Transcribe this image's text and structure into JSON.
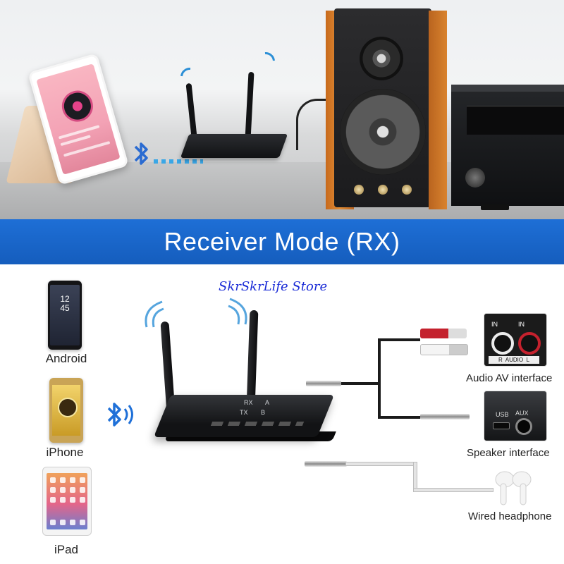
{
  "banner": {
    "title": "Receiver Mode (RX)"
  },
  "watermark": "SkrSkrLife Store",
  "devices": [
    {
      "label": "Android"
    },
    {
      "label": "iPhone"
    },
    {
      "label": "iPad"
    }
  ],
  "android_clock": "12\n45",
  "receiver": {
    "labels": [
      "RX",
      "A",
      "TX",
      "B"
    ]
  },
  "outputs": [
    {
      "label": "Audio AV interface",
      "port_text": [
        "IN",
        "IN",
        "R  AUDIO  L"
      ]
    },
    {
      "label": "Speaker interface",
      "port_text": [
        "USB",
        "AUX"
      ]
    },
    {
      "label": "Wired headphone"
    }
  ],
  "colors": {
    "banner": "#1e6fd6",
    "watermark": "#1a2bd6",
    "bluetooth": "#1f70d8"
  }
}
